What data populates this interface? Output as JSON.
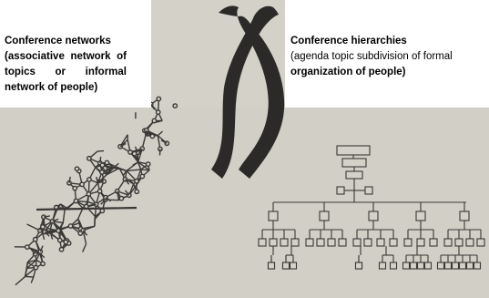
{
  "left_label": {
    "title": "Conference networks",
    "description": "(associative network of topics or informal network of people)"
  },
  "right_label": {
    "title": "Conference hierarchies",
    "description_plain": "(agenda topic subdivision of formal",
    "description_bold": "organization of people)"
  },
  "colors": {
    "background_grey": "#d3d1c8",
    "ribbon": "#2b2a28",
    "line_art": "#3a3936"
  },
  "images": [
    "molecular-network-model",
    "twisted-ribbon-symbol",
    "tree-hierarchy-chart"
  ]
}
